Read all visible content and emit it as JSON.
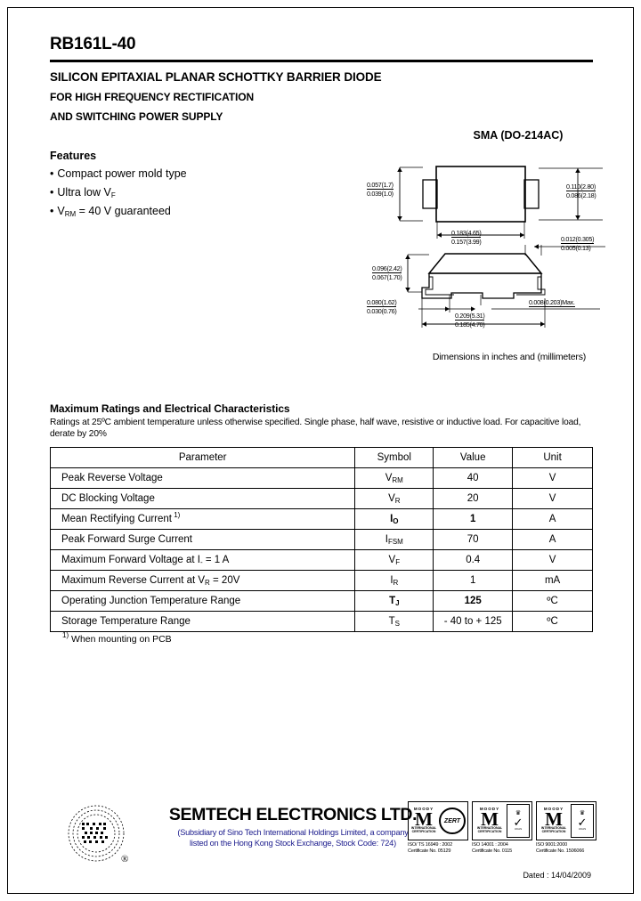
{
  "header": {
    "part_number": "RB161L-40",
    "title_line1": "SILICON EPITAXIAL PLANAR SCHOTTKY BARRIER DIODE",
    "title_line2": "FOR HIGH FREQUENCY RECTIFICATION",
    "title_line3": "AND SWITCHING POWER SUPPLY"
  },
  "features": {
    "heading": "Features",
    "items": [
      "Compact power mold type",
      "Ultra low V",
      " = 40 V guaranteed"
    ],
    "item2_sub": "F",
    "item3_symbol": "V",
    "item3_sub": "RM",
    "bullet": "•"
  },
  "package": {
    "title": "SMA (DO-214AC)",
    "caption": "Dimensions in inches and (millimeters)",
    "dims": {
      "top_left_upper": "0.057(1.7)",
      "top_left_lower": "0.039(1.0)",
      "top_right_upper": "0.110(2.80)",
      "top_right_lower": "0.086(2.18)",
      "top_bottom_upper": "0.183(4.65)",
      "top_bottom_lower": "0.157(3.99)",
      "side_right_upper": "0.012(0.305)",
      "side_right_lower": "0.005(0.13)",
      "side_left_upper": "0.096(2.42)",
      "side_left_lower": "0.067(1.70)",
      "side_bl_upper": "0.080(1.62)",
      "side_bl_lower": "0.030(0.76)",
      "side_bottom_upper": "0.209(5.31)",
      "side_bottom_lower": "0.185(4.70)",
      "side_max": "0.008(0.203)Max."
    }
  },
  "ratings": {
    "heading": "Maximum Ratings and Electrical Characteristics",
    "description": "Ratings at 25ºC ambient temperature unless otherwise specified. Single phase, half wave, resistive or inductive load. For capacitive load, derate by 20%",
    "columns": [
      "Parameter",
      "Symbol",
      "Value",
      "Unit"
    ],
    "rows": [
      {
        "parameter": "Peak Reverse Voltage",
        "symbol": "V",
        "symbol_sub": "RM",
        "value": "40",
        "unit": "V",
        "bold": false
      },
      {
        "parameter": "DC Blocking Voltage",
        "symbol": "V",
        "symbol_sub": "R",
        "value": "20",
        "unit": "V",
        "bold": false
      },
      {
        "parameter": "Mean Rectifying Current",
        "parameter_sup": "1)",
        "symbol": "I",
        "symbol_sub": "O",
        "value": "1",
        "unit": "A",
        "bold": true
      },
      {
        "parameter": "Peak Forward Surge Current",
        "symbol": "I",
        "symbol_sub": "FSM",
        "value": "70",
        "unit": "A",
        "bold": false
      },
      {
        "parameter": "Maximum Forward Voltage at I",
        "parameter_sub": "-",
        "parameter_tail": " = 1 A",
        "symbol": "V",
        "symbol_sub": "F",
        "value": "0.4",
        "unit": "V",
        "bold": false
      },
      {
        "parameter": "Maximum Reverse Current at V",
        "parameter_sub": "R",
        "parameter_tail": " = 20V",
        "symbol": "I",
        "symbol_sub": "R",
        "value": "1",
        "unit": "mA",
        "bold": false
      },
      {
        "parameter": "Operating Junction Temperature Range",
        "symbol": "T",
        "symbol_sub": "J",
        "value": "125",
        "unit": "ºC",
        "bold": true
      },
      {
        "parameter": "Storage Temperature Range",
        "symbol": "T",
        "symbol_sub": "S",
        "value": "- 40 to + 125",
        "unit": "ºC",
        "bold": false
      }
    ],
    "footnote_sup": "1)",
    "footnote": " When mounting on PCB"
  },
  "footer": {
    "company_name": "SEMTECH ELECTRONICS LTD.",
    "company_sub_line1": "(Subsidiary of Sino Tech International Holdings Limited, a company",
    "company_sub_line2": "listed on the Hong Kong Stock Exchange, Stock Code: 724)",
    "registered_mark": "®",
    "dated": "Dated : 14/04/2009",
    "sub_color": "#1a1a8c",
    "certs": [
      {
        "brand": "MOODY",
        "letter": "M",
        "intl1": "INTERNATIONAL",
        "intl2": "CERTIFICATION",
        "badge": "ZERT",
        "caption1": "ISO/ TS 16949 : 2002",
        "caption2": "Certificate No. 05129"
      },
      {
        "brand": "MOODY",
        "letter": "M",
        "intl1": "INTERNATIONAL",
        "intl2": "CERTIFICATION",
        "badge": "ukas",
        "caption1": "ISO 14001 : 2004",
        "caption2": "Certificate No. 0115"
      },
      {
        "brand": "MOODY",
        "letter": "M",
        "intl1": "INTERNATIONAL",
        "intl2": "CERTIFICATION",
        "badge": "ukas",
        "caption1": "ISO 9001:2000",
        "caption2": "Certificate No. 1506066"
      }
    ]
  }
}
